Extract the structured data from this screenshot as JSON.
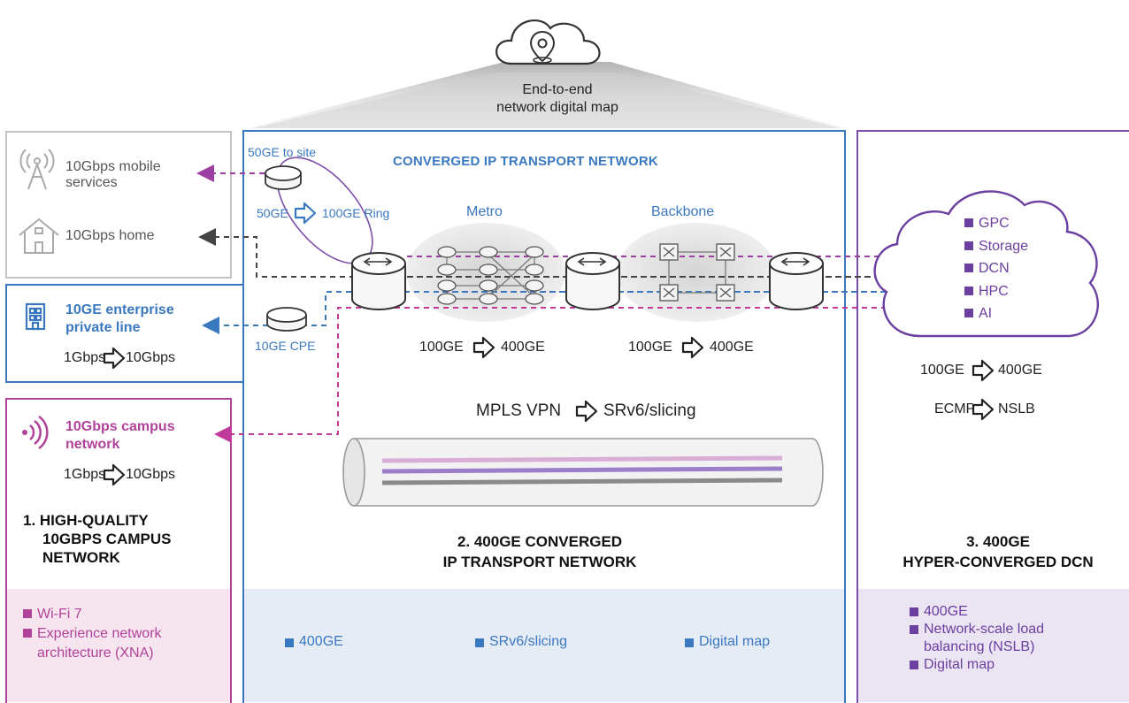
{
  "colors": {
    "blue": "#3a78c0",
    "purple": "#7b4ea8",
    "pink": "#b0429a",
    "gray": "#b9b9b9",
    "dark": "#333333",
    "blue_bg": "#e6ecf6",
    "pink_bg": "#f6e4ef",
    "purple_bg": "#ebe4f3"
  },
  "top": {
    "map_line1": "End-to-end",
    "map_line2": "network digital map",
    "icon": "location-pin-cloud-icon"
  },
  "left": {
    "mobile": "10Gbps mobile\nservices",
    "home": "10Gbps home",
    "enterprise_title": "10GE enterprise\nprivate line",
    "enterprise_speed_from": "1Gbps",
    "enterprise_speed_to": "10Gbps",
    "campus_title": "10Gbps campus\nnetwork",
    "campus_speed_from": "1Gbps",
    "campus_speed_to": "10Gbps",
    "heading_line1": "1. HIGH-QUALITY",
    "heading_line2": "10GBPS CAMPUS",
    "heading_line3": "NETWORK",
    "bullets": [
      "Wi-Fi 7",
      "Experience network\narchitecture (XNA)"
    ]
  },
  "middle": {
    "title": "CONVERGED IP TRANSPORT NETWORK",
    "site_label": "50GE to site",
    "ring_from": "50GE",
    "ring_to": "100GE Ring",
    "cpe_label": "10GE CPE",
    "metro": "Metro",
    "backbone": "Backbone",
    "metro_from": "100GE",
    "metro_to": "400GE",
    "backbone_from": "100GE",
    "backbone_to": "400GE",
    "mpls_from": "MPLS VPN",
    "mpls_to": "SRv6/slicing",
    "heading_line1": "2. 400GE CONVERGED",
    "heading_line2": "IP TRANSPORT NETWORK",
    "bullets": [
      "400GE",
      "SRv6/slicing",
      "Digital map"
    ]
  },
  "right": {
    "cloud_items": [
      "GPC",
      "Storage",
      "DCN",
      "HPC",
      "AI"
    ],
    "speed_from": "100GE",
    "speed_to": "400GE",
    "ecmp_from": "ECMP",
    "ecmp_to": "NSLB",
    "heading_line1": "3. 400GE",
    "heading_line2": "HYPER-CONVERGED DCN",
    "bullets": [
      "400GE",
      "Network-scale load\nbalancing (NSLB)",
      "Digital map"
    ]
  }
}
